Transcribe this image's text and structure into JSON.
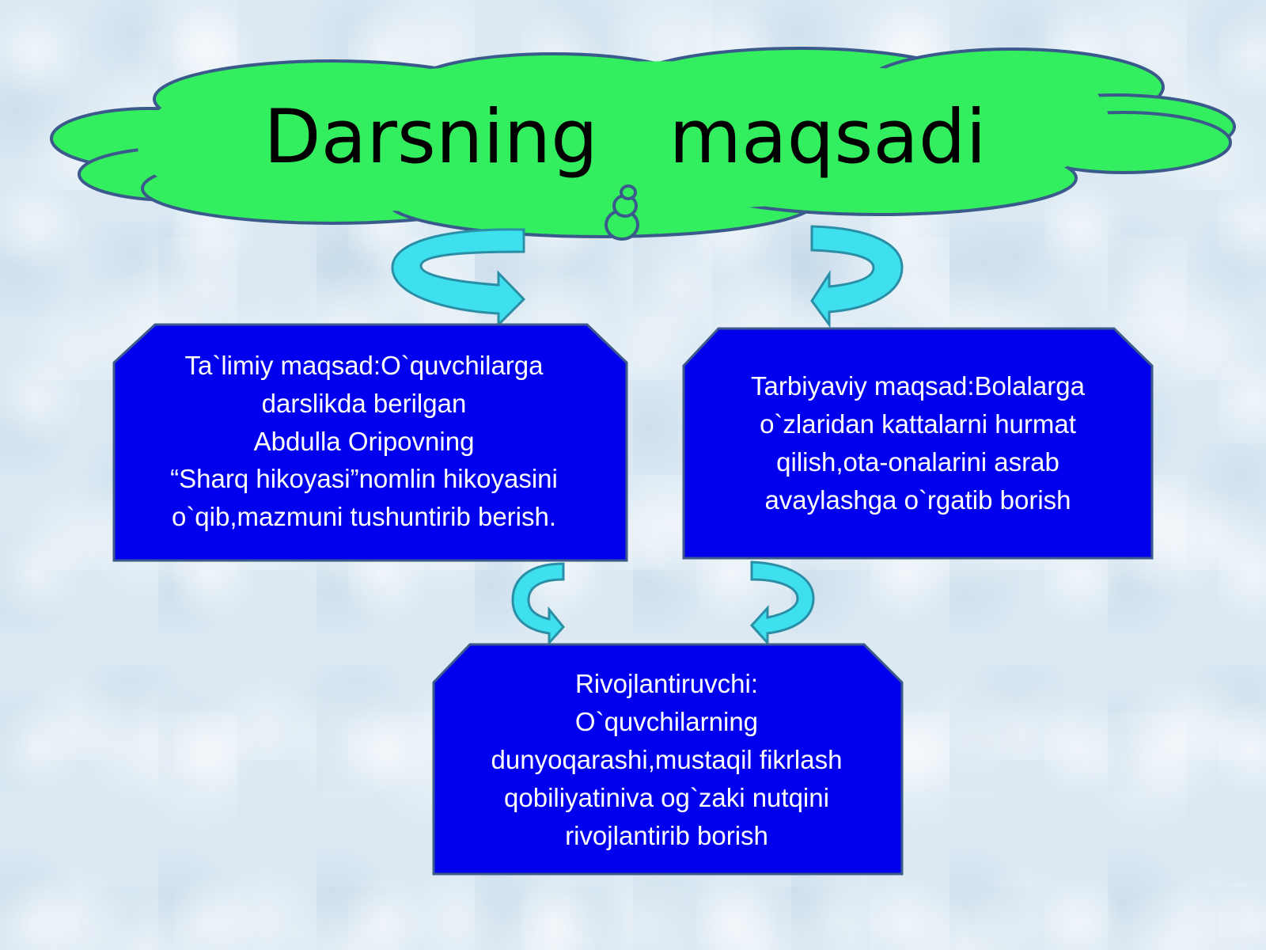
{
  "title": "Darsning   maqsadi",
  "colors": {
    "cloud_fill": "#33ee5f",
    "cloud_stroke": "#3b5a8c",
    "box_fill": "#0000ee",
    "box_stroke": "#3c5a8a",
    "arrow_fill": "#3fe0ee",
    "arrow_stroke": "#2a8fa6",
    "text_on_box": "#ffffff"
  },
  "boxes": {
    "left": "Ta`limiy maqsad:O`quvchilarga\ndarslikda berilgan\nAbdulla  Oripovning\n“Sharq hikoyasi”nomlin hikoyasini\no`qib,mazmuni tushuntirib berish.",
    "right": "Tarbiyaviy maqsad:Bolalarga\no`zlaridan kattalarni hurmat\nqilish,ota-onalarini asrab\navaylashga o`rgatib borish",
    "bottom": "Rivojlantiruvchi:\nO`quvchilarning\ndunyoqarashi,mustaqil fikrlash\nqobiliyatiniva og`zaki nutqini\nrivojlantirib borish"
  }
}
